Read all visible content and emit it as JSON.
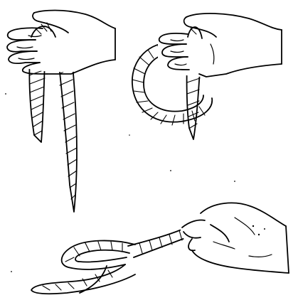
{
  "illustration": {
    "description_icons": [
      "hand-icon",
      "rope-icon",
      "knot-icon"
    ],
    "ink_color": "#000000",
    "paper_color": "#ffffff",
    "panels": [
      {
        "name": "panel-1",
        "icon": "hand-with-hanging-rope-icon"
      },
      {
        "name": "panel-2",
        "icon": "hand-with-rope-loop-icon"
      },
      {
        "name": "panel-3",
        "icon": "hand-pulling-rope-through-loop-icon"
      }
    ]
  }
}
